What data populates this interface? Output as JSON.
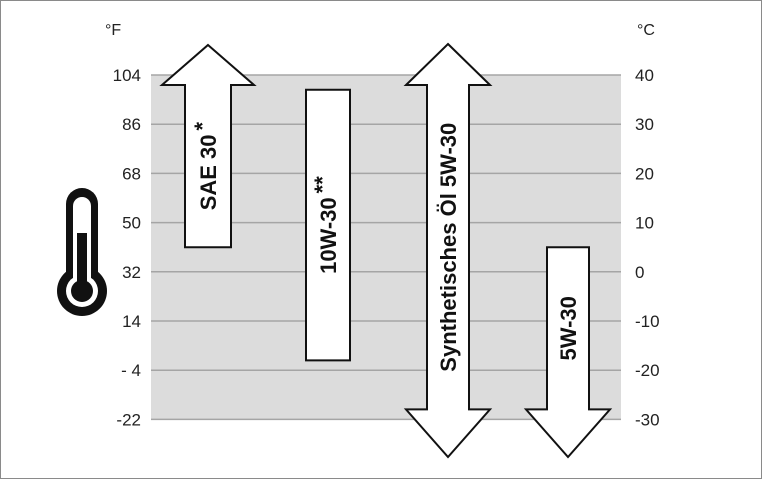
{
  "units": {
    "fahrenheit": "°F",
    "celsius": "°C"
  },
  "fahrenheit_ticks": [
    "104",
    "86",
    "68",
    "50",
    "32",
    "14",
    "- 4",
    "-22"
  ],
  "celsius_ticks": [
    "40",
    "30",
    "20",
    "10",
    "0",
    "-10",
    "-20",
    "-30"
  ],
  "celsius_range": [
    -30,
    40
  ],
  "colors": {
    "background": "#dcdcdc",
    "grid": "#a5a5a5",
    "outline": "#111111",
    "fill": "#ffffff"
  },
  "icon": "thermometer-icon",
  "bands": [
    {
      "label": "SAE 30",
      "suffix": "*",
      "min_c": 5,
      "max_c": 40,
      "arrow_up": true,
      "arrow_down": false
    },
    {
      "label": "10W-30",
      "suffix": "**",
      "min_c": -18,
      "max_c": 37,
      "arrow_up": false,
      "arrow_down": false
    },
    {
      "label": "Synthetisches Öl 5W-30",
      "suffix": "",
      "min_c": -30,
      "max_c": 40,
      "arrow_up": true,
      "arrow_down": true
    },
    {
      "label": "5W-30",
      "suffix": "",
      "min_c": -30,
      "max_c": 5,
      "arrow_up": false,
      "arrow_down": true
    }
  ]
}
